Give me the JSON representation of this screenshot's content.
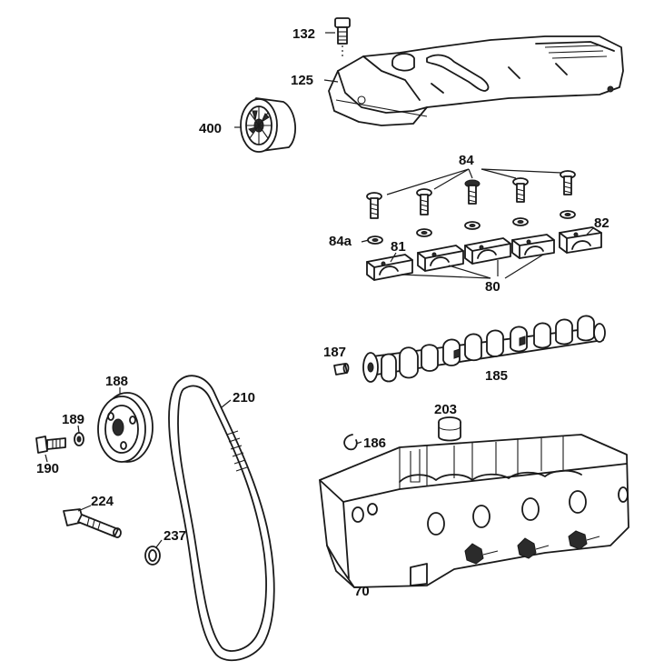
{
  "labels": {
    "breather_bolt": "132",
    "cylinder_head_cover": "125",
    "camshaft_adjuster": "400",
    "bearing_cap_bolts": "84",
    "washer": "84a",
    "bearing_cap_front": "81",
    "bearing_cap_rear": "82",
    "bearing_caps": "80",
    "dowel_pin": "187",
    "camshaft": "185",
    "tensioner_pulley": "188",
    "washer_small": "189",
    "pulley_bolt": "190",
    "timing_belt": "210",
    "tappet": "203",
    "plug": "186",
    "stud": "224",
    "seal_ring": "237",
    "cylinder_head": "70"
  }
}
